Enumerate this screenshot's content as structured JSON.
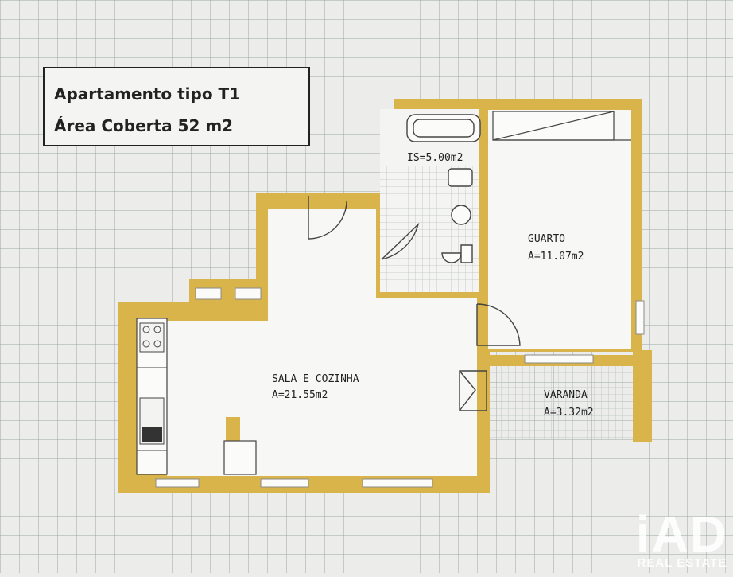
{
  "title": {
    "line1": "Apartamento tipo T1",
    "line2": "Área Coberta 52 m2"
  },
  "rooms": {
    "bathroom": {
      "area": "IS=5.00m2"
    },
    "bedroom": {
      "name": "GUARTO",
      "area": "A=11.07m2"
    },
    "living": {
      "name": "SALA E COZINHA",
      "area": "A=21.55m2"
    },
    "balcony": {
      "name": "VARANDA",
      "area": "A=3.32m2"
    }
  },
  "watermark": {
    "logo": "iAD",
    "sub": "REAL ESTATE"
  },
  "colors": {
    "wall": "#d9b44a",
    "grid_line": "#9aa6a6",
    "paper": "#ecedeb",
    "floor": "#f7f7f5"
  }
}
